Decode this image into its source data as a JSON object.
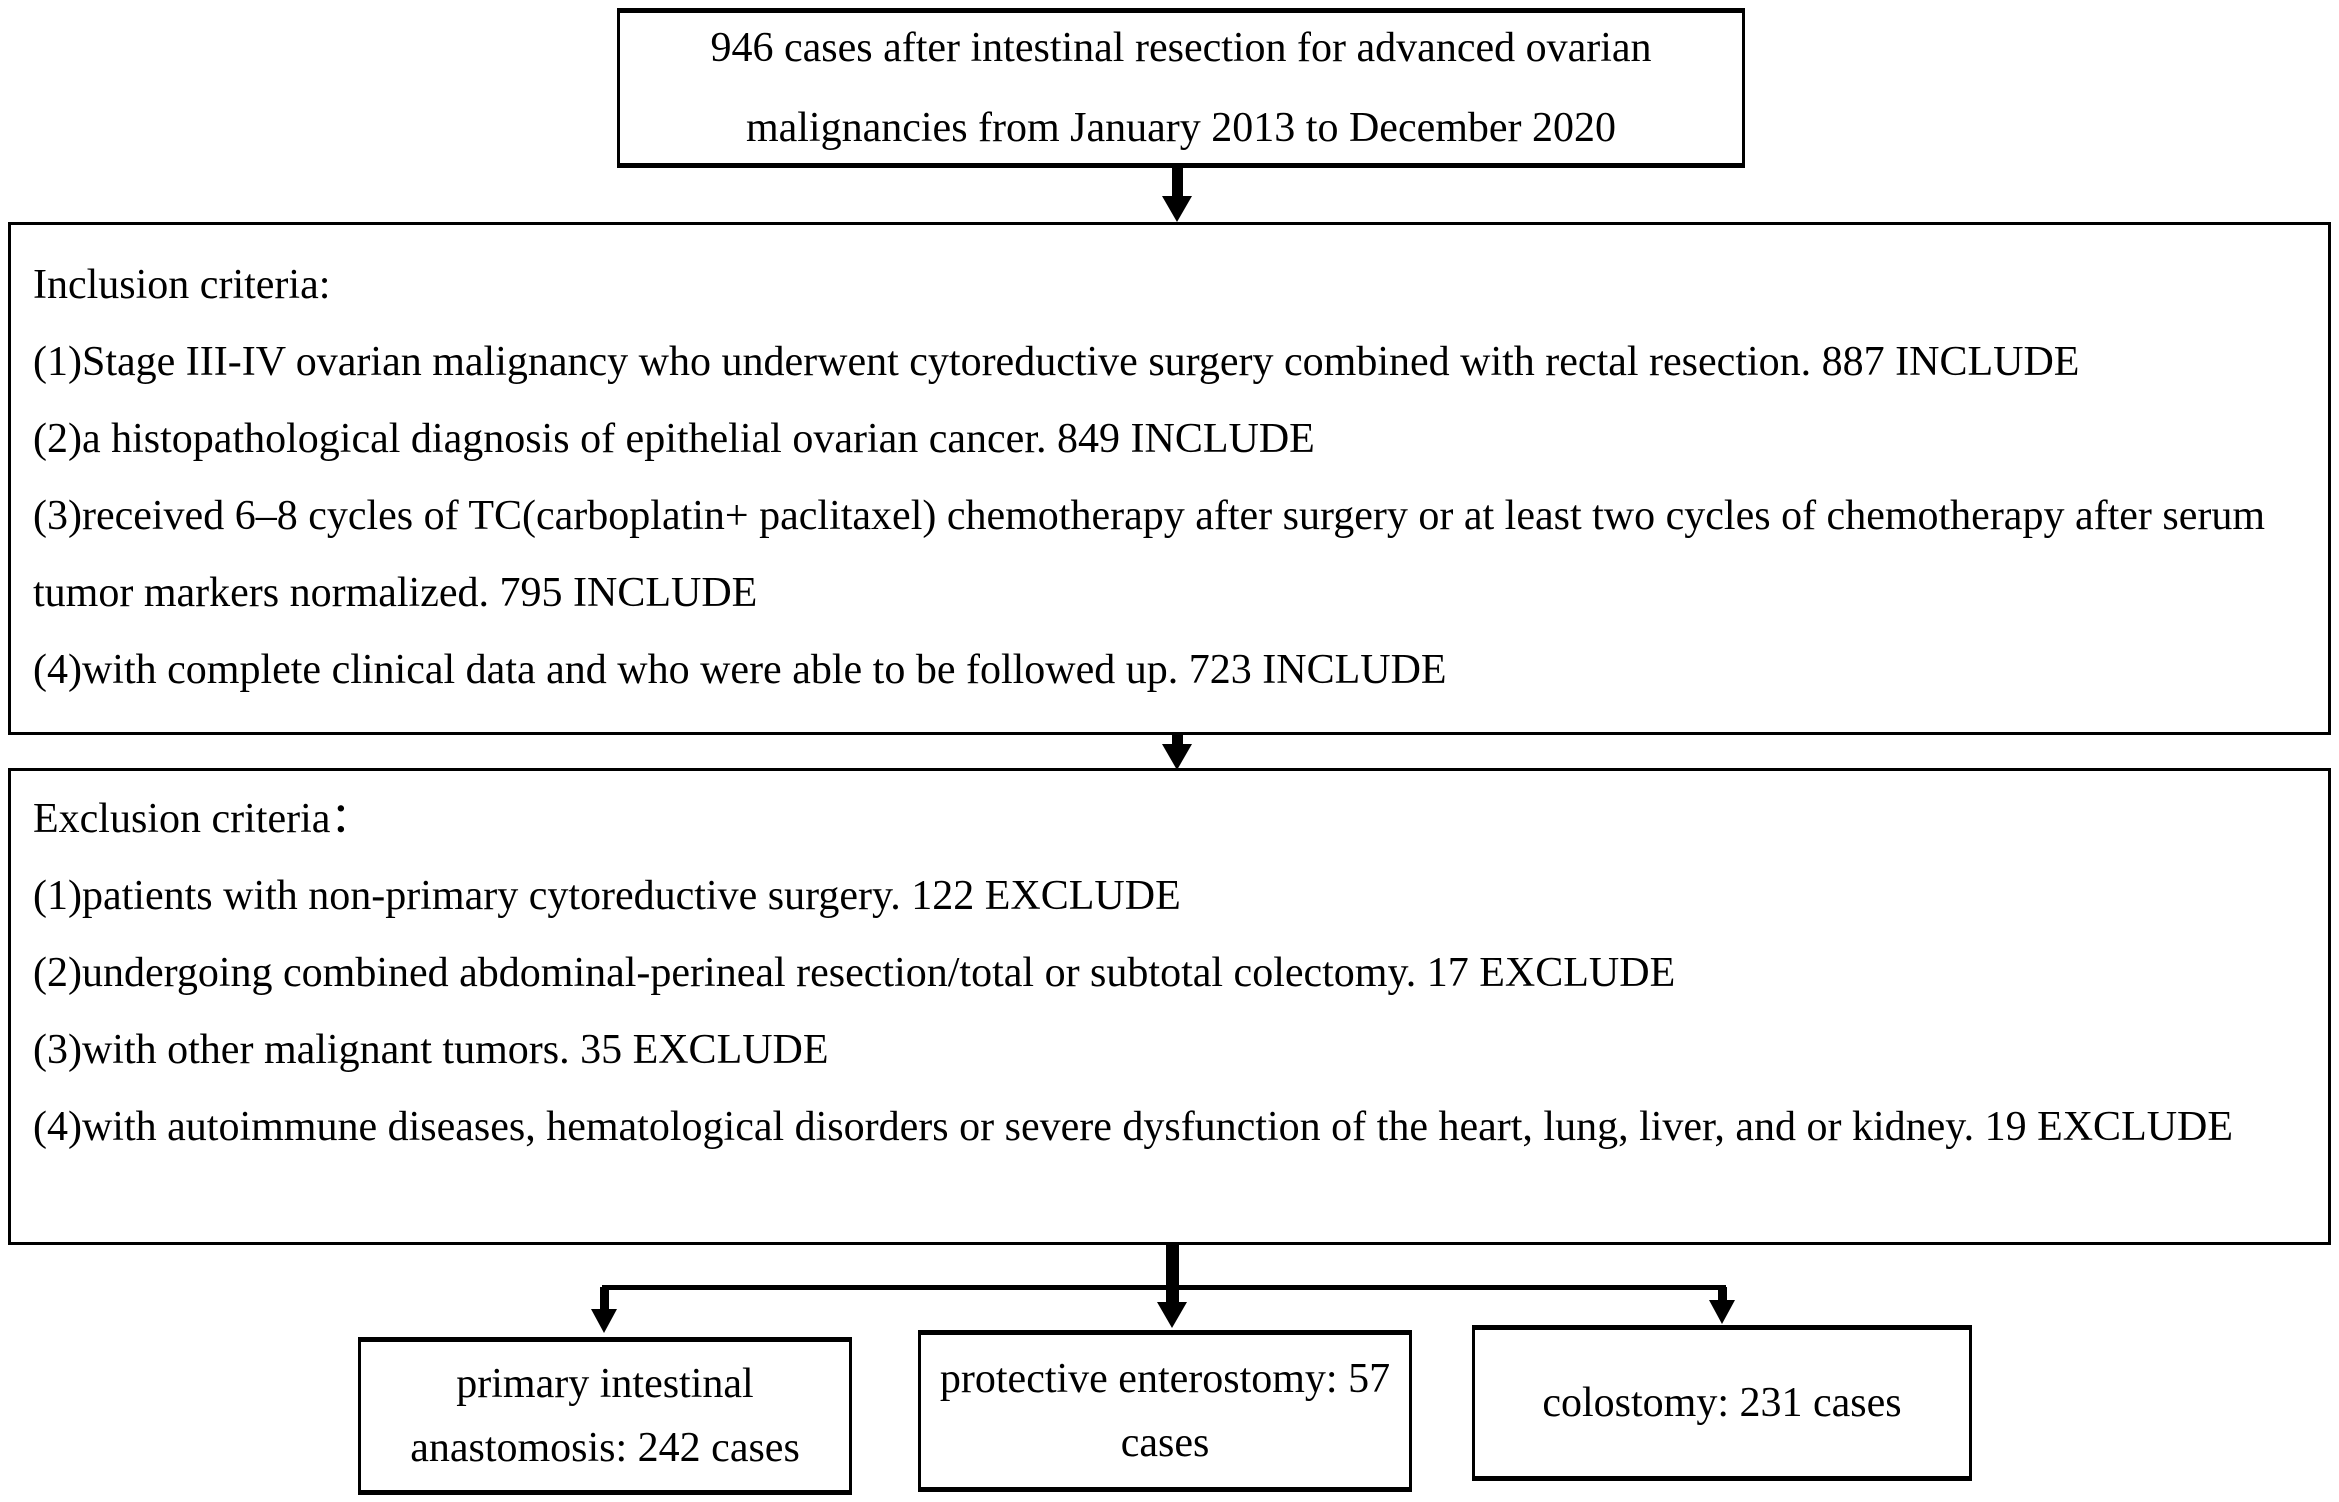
{
  "diagram": {
    "colors": {
      "background": "#ffffff",
      "border": "#000000",
      "text": "#000000"
    },
    "top_box": {
      "text": "946 cases after intestinal resection for advanced ovarian malignancies from January 2013 to December 2020"
    },
    "inclusion": {
      "title": "Inclusion criteria:",
      "items": [
        "(1)Stage III-IV ovarian malignancy who underwent cytoreductive surgery combined with rectal resection. 887 INCLUDE",
        "(2)a histopathological diagnosis of epithelial ovarian cancer. 849 INCLUDE",
        "(3)received 6–8 cycles of TC(carboplatin+ paclitaxel) chemotherapy after surgery or at least two cycles of chemotherapy after serum tumor markers normalized. 795 INCLUDE",
        "(4)with complete clinical data and who were able to be followed up. 723 INCLUDE"
      ]
    },
    "exclusion": {
      "title": "Exclusion criteria：",
      "items": [
        "(1)patients with non-primary cytoreductive surgery. 122 EXCLUDE",
        "(2)undergoing combined abdominal-perineal resection/total or subtotal colectomy. 17 EXCLUDE",
        "(3)with other malignant tumors. 35 EXCLUDE",
        "(4)with autoimmune diseases, hematological disorders or severe dysfunction of the heart, lung, liver, and or kidney. 19 EXCLUDE"
      ]
    },
    "outcomes": [
      {
        "label": "primary intestinal anastomosis: 242 cases"
      },
      {
        "label": "protective enterostomy: 57 cases"
      },
      {
        "label": "colostomy: 231 cases"
      }
    ]
  }
}
